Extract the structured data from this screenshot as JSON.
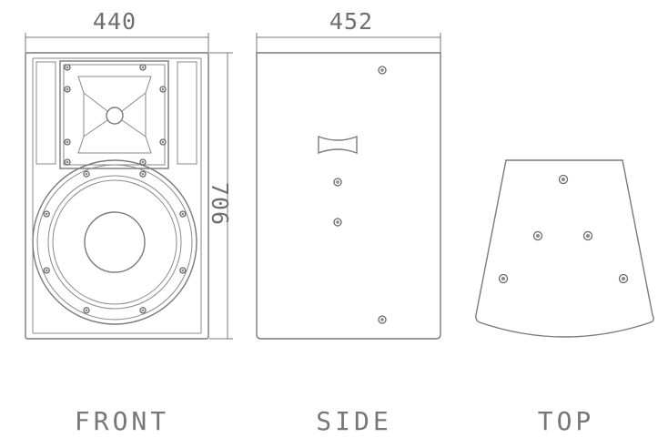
{
  "dimensions": {
    "front_width": "440",
    "front_height": "706",
    "side_width": "452"
  },
  "views": {
    "front_label": "FRONT",
    "side_label": "SIDE",
    "top_label": "TOP"
  }
}
